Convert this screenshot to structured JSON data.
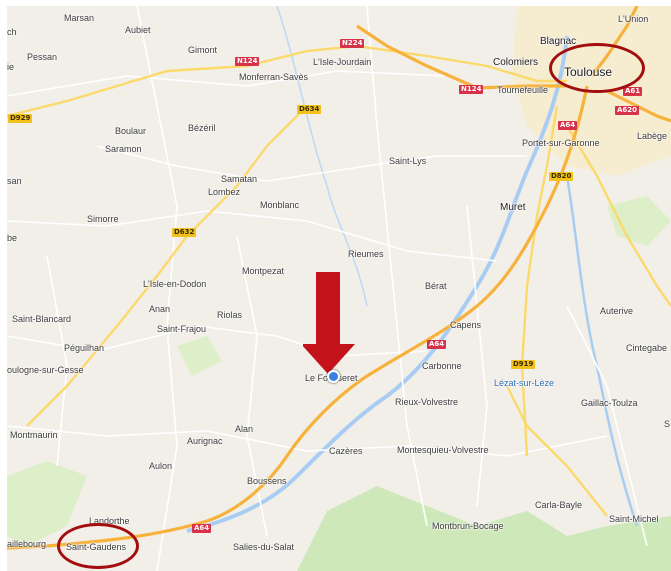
{
  "places": {
    "marsan": "Marsan",
    "aubiet": "Aubiet",
    "pessan": "Pessan",
    "gimont": "Gimont",
    "lisle_jourdain": "L'Isle-Jourdain",
    "monferran": "Monferran-Savès",
    "colomiers": "Colomiers",
    "blagnac": "Blagnac",
    "lunion": "L'Union",
    "toulouse": "Toulouse",
    "tournefeuille": "Tournefeuille",
    "boulaur": "Boulaur",
    "bezeril": "Bézéril",
    "saramon": "Saramon",
    "labege": "Labège",
    "portet": "Portet-sur-Garonne",
    "saint_lys": "Saint-Lys",
    "samatan": "Samatan",
    "lombez": "Lombez",
    "monblanc": "Monblanc",
    "muret": "Muret",
    "simorre": "Simorre",
    "rieumes": "Rieumes",
    "montpezat": "Montpezat",
    "lisle_en_dodon": "L'Isle-en-Dodon",
    "berat": "Bérat",
    "anan": "Anan",
    "riolas": "Riolas",
    "saint_blancard": "Saint-Blancard",
    "saint_frajou": "Saint-Frajou",
    "capens": "Capens",
    "auterive": "Auterive",
    "peguilhan": "Péguilhan",
    "cintegabe": "Cintegabe",
    "boulogne": "oulogne-sur-Gesse",
    "le_fousseret": "Le Fousseret",
    "carbonne": "Carbonne",
    "lezat": "Lézat-sur-Lèze",
    "rieux": "Rieux-Volvestre",
    "gaillac": "Gaillac-Toulza",
    "montmaurin": "Montmaurin",
    "alan": "Alan",
    "aurignac": "Aurignac",
    "cazeres": "Cazères",
    "montesquieu": "Montesquieu-Volvestre",
    "aulon": "Aulon",
    "boussens": "Boussens",
    "carla_bayle": "Carla-Bayle",
    "landorthe": "Landorthe",
    "saint_michel": "Saint-Michel",
    "montbrun": "Montbrun-Bocage",
    "aillebourg": "aillebourg",
    "saint_gaudens": "Saint-Gaudens",
    "salies": "Salies-du-Salat",
    "edge_ch": "ch",
    "edge_ie": "ie",
    "edge_be": "be",
    "edge_san": "san",
    "edge_s": "S"
  },
  "roads": {
    "n224": "N224",
    "n124_west": "N124",
    "n124_east": "N124",
    "d634": "D634",
    "d929": "D929",
    "a61": "A61",
    "a620": "A620",
    "a64_top": "A64",
    "d820": "D820",
    "d632": "D632",
    "a64_mid": "A64",
    "d919": "D919",
    "a64_bottom": "A64"
  },
  "colors": {
    "land": "#f2efe9",
    "highway": "#f7b23b",
    "major_road": "#fbd96b",
    "minor_road": "#ffffff",
    "water": "#a9cdf2",
    "forest": "#cde9b5",
    "urban": "#f6e9c6",
    "annotation": "#a30d0d",
    "marker": "#3b7fe0"
  },
  "annotations": {
    "arrow": "red-down-arrow-icon",
    "circle_toulouse": "Toulouse",
    "circle_saint_gaudens": "Saint-Gaudens",
    "location": "Le Fousseret"
  }
}
